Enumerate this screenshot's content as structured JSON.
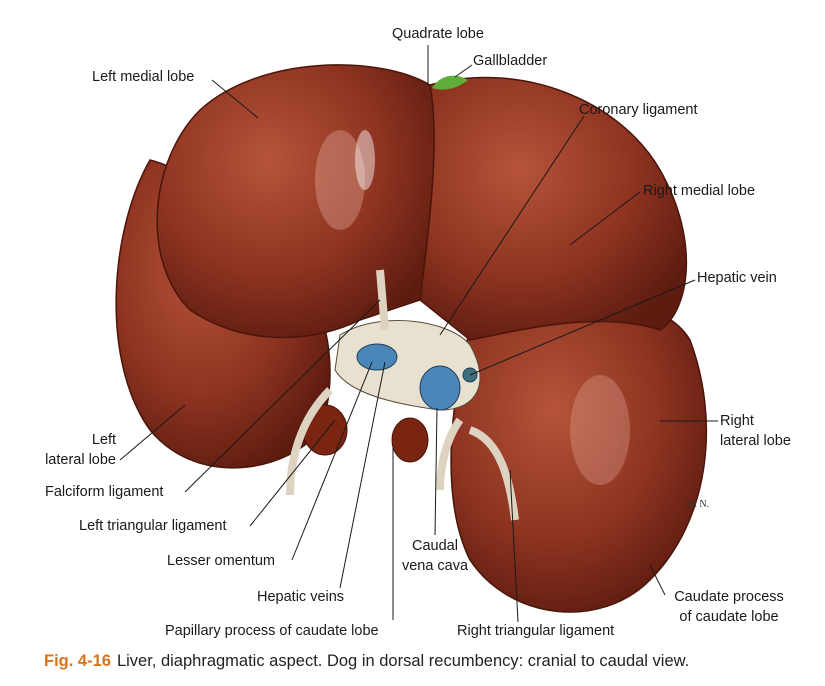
{
  "labels": {
    "quadrate_lobe": "Quadrate lobe",
    "gallbladder": "Gallbladder",
    "left_medial_lobe": "Left medial lobe",
    "coronary_ligament": "Coronary ligament",
    "right_medial_lobe": "Right medial lobe",
    "hepatic_vein": "Hepatic vein",
    "right_lateral_lobe_1": "Right",
    "right_lateral_lobe_2": "lateral lobe",
    "left_lateral_lobe_1": "Left",
    "left_lateral_lobe_2": "lateral lobe",
    "falciform_ligament": "Falciform ligament",
    "left_triangular_ligament": "Left triangular ligament",
    "lesser_omentum": "Lesser omentum",
    "caudal_vena_cava_1": "Caudal",
    "caudal_vena_cava_2": "vena cava",
    "hepatic_veins": "Hepatic veins",
    "papillary_process": "Papillary process of caudate lobe",
    "right_triangular_ligament": "Right triangular ligament",
    "caudate_process_1": "Caudate process",
    "caudate_process_2": "of caudate lobe"
  },
  "signature": "M N.",
  "caption": {
    "figure_number": "Fig. 4-16",
    "text": "Liver, diaphragmatic aspect. Dog in dorsal recumbency: cranial to caudal view."
  },
  "colors": {
    "liver": "#8a2e1a",
    "liver_light": "#b4503a",
    "vein": "#4a86b8",
    "gallbladder": "#5fae3a",
    "caption_accent": "#d9731a"
  }
}
